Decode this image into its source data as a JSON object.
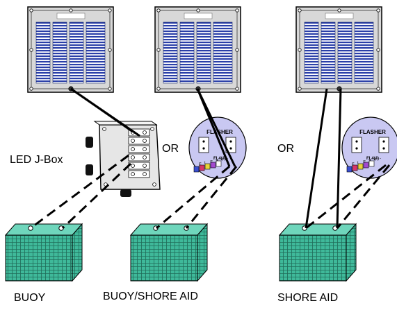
{
  "labels": {
    "jbox": "LED J-Box",
    "or_1": "OR",
    "or_2": "OR",
    "caption_buoy": "BUOY",
    "caption_buoy_shore": "BUOY/SHORE AID",
    "caption_shore": "SHORE AID"
  },
  "flasher": {
    "title": "FLASHER",
    "model": "FL4(4)",
    "terminal_letters": [
      "F",
      "L",
      "S",
      "S",
      "+",
      "-"
    ]
  },
  "colors": {
    "panel_frame": "#9a9a9a",
    "panel_cell": "#2a3fa8",
    "battery": "#3fb99a",
    "flasher_body": "#c9c8f2",
    "jbox_body": "#e6e6e6"
  }
}
